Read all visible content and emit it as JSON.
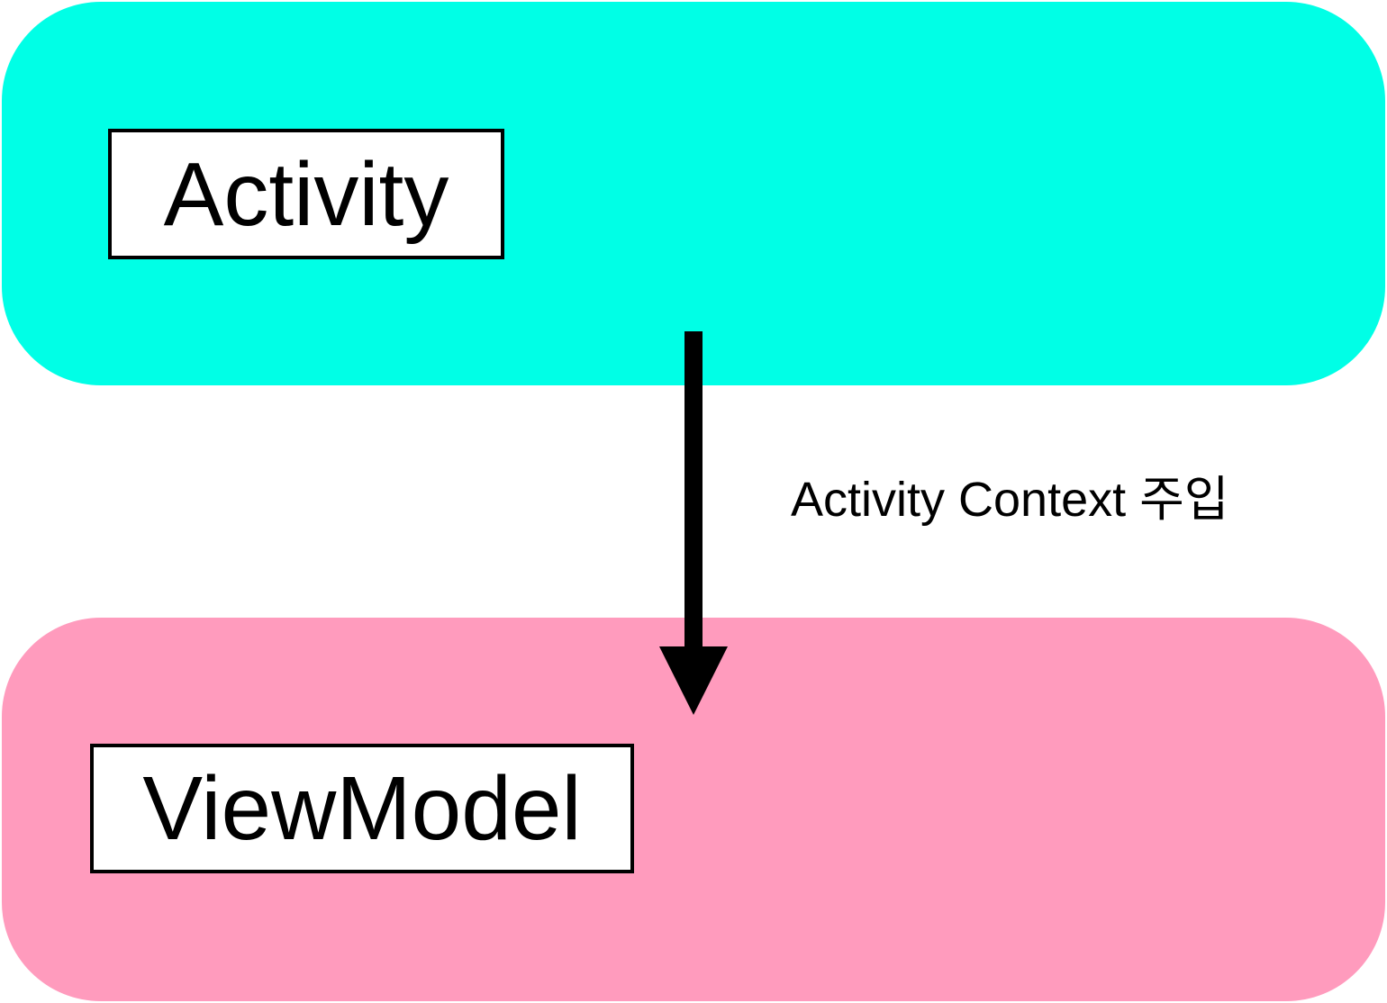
{
  "diagram": {
    "layers": [
      {
        "id": "activity-layer",
        "color": "#00ffe6",
        "box_label": "Activity"
      },
      {
        "id": "viewmodel-layer",
        "color": "#ff9bbd",
        "box_label": "ViewModel"
      }
    ],
    "edge": {
      "from": "Activity",
      "to": "ViewModel",
      "label": "Activity Context 주입",
      "color": "#000000"
    }
  }
}
